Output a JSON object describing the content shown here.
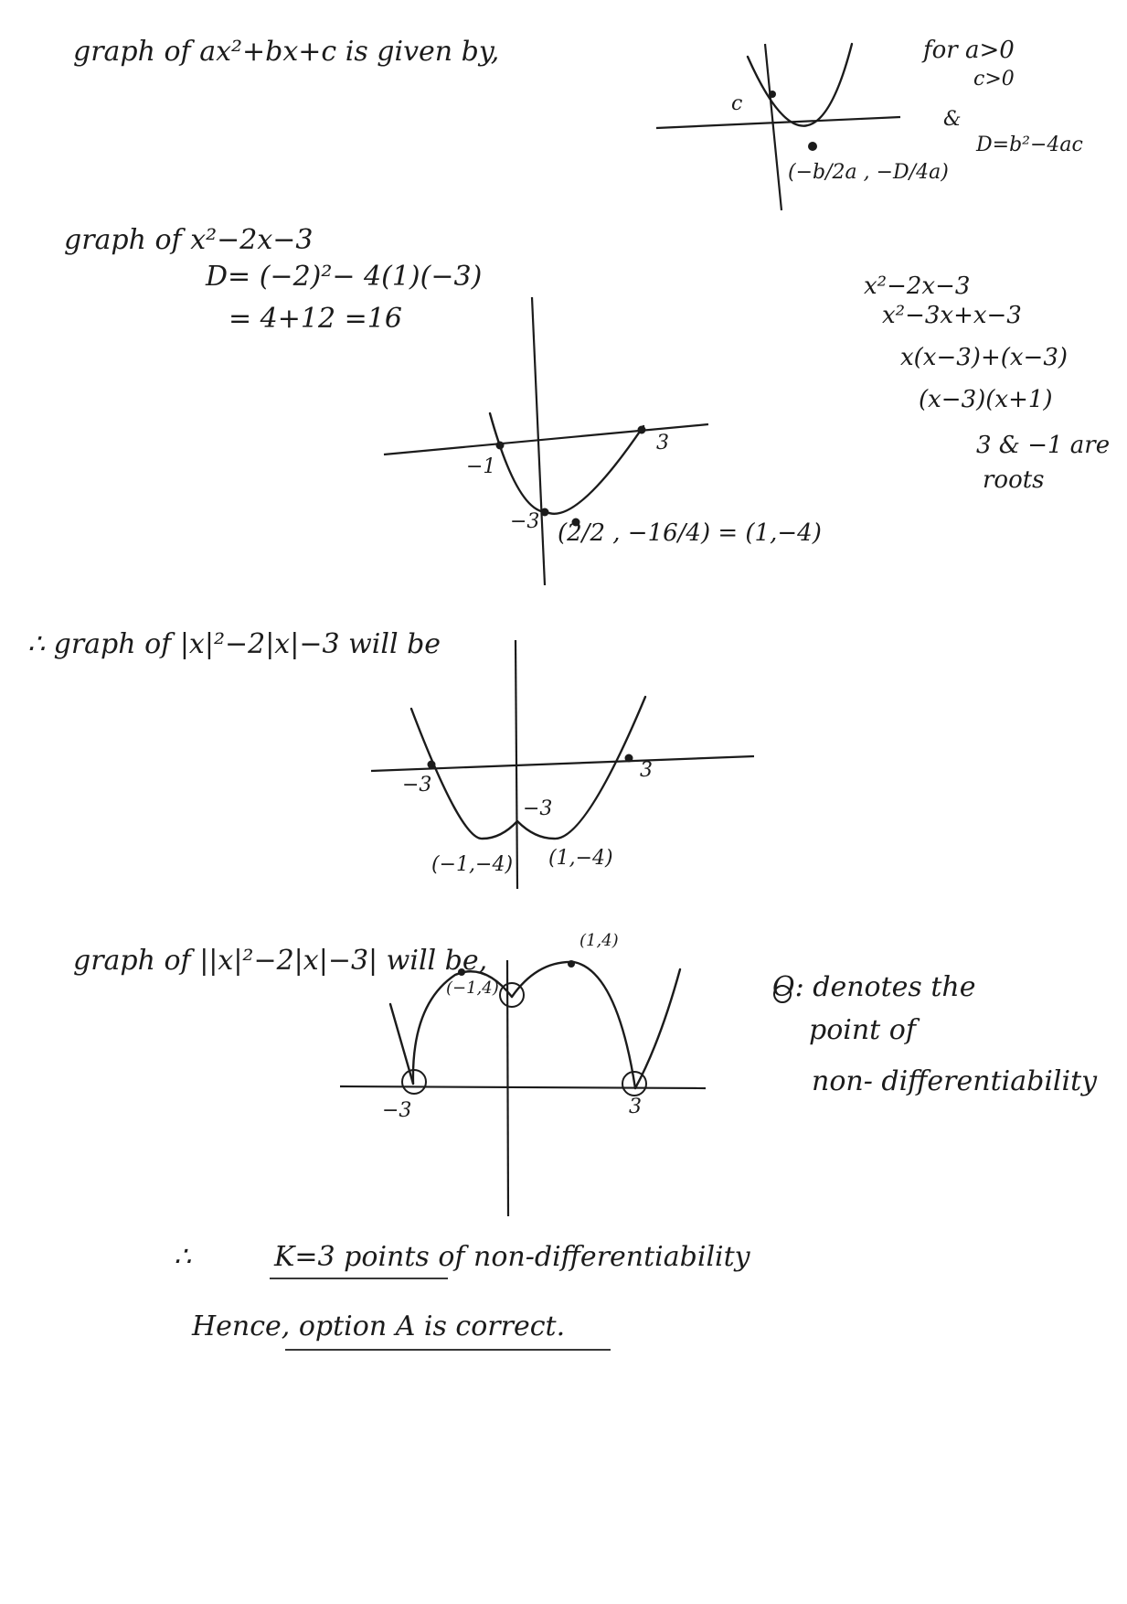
{
  "intro": {
    "line1": "graph of ax²+bx+c is given by,",
    "cond_a": "for a>0",
    "cond_c": "c>0",
    "amp": "&",
    "disc": "D=b²−4ac",
    "c_label": "c",
    "vertex_label": "(−b/2a , −D/4a)"
  },
  "section1": {
    "heading": "graph of x²−2x−3",
    "disc_line1": "D= (−2)²− 4(1)(−3)",
    "disc_line2": "= 4+12 =16",
    "factor": [
      "x²−2x−3",
      "x²−3x+x−3",
      "x(x−3)+(x−3)",
      "(x−3)(x+1)",
      "3 & −1 are",
      "roots"
    ],
    "label_neg1": "−1",
    "label_3": "3",
    "label_neg3": "−3",
    "vertex_label": "(2/2 , −16/4) = (1,−4)"
  },
  "section2": {
    "heading": "∴ graph of |x|²−2|x|−3 will be",
    "label_neg3_x": "−3",
    "label_3_x": "3",
    "label_neg3_y": "−3",
    "min_left": "(−1,−4)",
    "min_right": "(1,−4)"
  },
  "section3": {
    "heading": "graph of ||x|²−2|x|−3| will be,",
    "max_left": "(−1,4)",
    "max_right": "(1,4)",
    "label_neg3": "−3",
    "label_3": "3",
    "note_line1": "O: denotes the",
    "note_line2": "point of",
    "note_line3": "non- differentiability"
  },
  "conclusion": {
    "line1_prefix": "∴",
    "line1": "K=3 points of non-differentiability",
    "line2": "Hence, option A is correct."
  }
}
